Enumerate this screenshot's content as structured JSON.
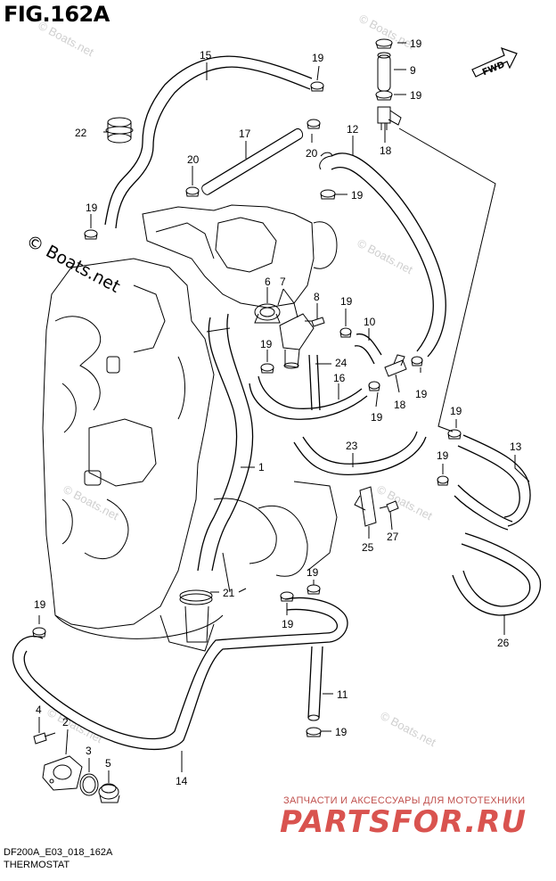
{
  "figure": {
    "title": "FIG.162A",
    "model_code": "DF200A_E03_018_162A",
    "caption": "THERMOSTAT",
    "direction_label": "FWD"
  },
  "watermarks": {
    "main": "© Boats.net",
    "repeat": "© Boats.net"
  },
  "shop": {
    "subtitle": "ЗАПЧАСТИ И АКСЕССУАРЫ ДЛЯ МОТОТЕХНИКИ",
    "logo": "PARTSFOR.RU"
  },
  "callouts": [
    {
      "id": "1"
    },
    {
      "id": "2"
    },
    {
      "id": "3"
    },
    {
      "id": "4"
    },
    {
      "id": "5"
    },
    {
      "id": "6"
    },
    {
      "id": "7"
    },
    {
      "id": "8"
    },
    {
      "id": "9"
    },
    {
      "id": "10"
    },
    {
      "id": "11"
    },
    {
      "id": "12"
    },
    {
      "id": "13"
    },
    {
      "id": "14"
    },
    {
      "id": "15"
    },
    {
      "id": "16"
    },
    {
      "id": "17"
    },
    {
      "id": "18"
    },
    {
      "id": "19"
    },
    {
      "id": "20"
    },
    {
      "id": "21"
    },
    {
      "id": "22"
    },
    {
      "id": "23"
    },
    {
      "id": "24"
    },
    {
      "id": "25"
    },
    {
      "id": "26"
    },
    {
      "id": "27"
    }
  ]
}
